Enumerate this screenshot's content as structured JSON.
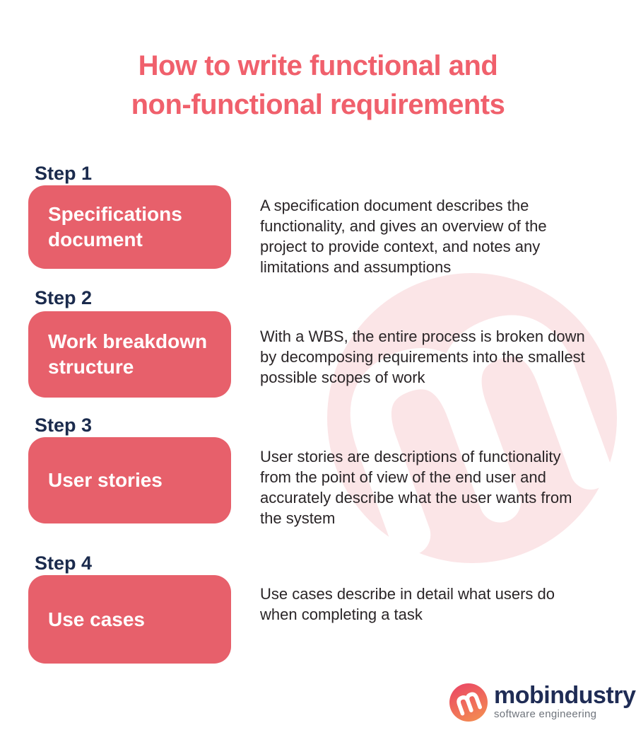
{
  "title": {
    "line1": "How to write functional and",
    "line2": "non-functional requirements"
  },
  "steps": [
    {
      "label": "Step 1",
      "box_label": "Specifications document",
      "description": "A specification document describes the functionality, and gives an overview of the project to provide context, and notes any limitations and assumptions"
    },
    {
      "label": "Step 2",
      "box_label": "Work breakdown structure",
      "description": "With a WBS, the entire process is broken down by decomposing requirements into the smallest possible scopes of work"
    },
    {
      "label": "Step 3",
      "box_label": "User stories",
      "description": "User stories are descriptions of functionality from the point of view of the end user and accurately describe what the user wants from the system"
    },
    {
      "label": "Step 4",
      "box_label": "Use cases",
      "description": "Use cases describe in detail what users do when completing a task"
    }
  ],
  "logo": {
    "brand": "mobindustry",
    "tagline": "software engineering"
  },
  "colors": {
    "title_red": "#f0606c",
    "box_red": "#e7606b",
    "step_navy": "#1b2b4d",
    "body_text": "#2a2527",
    "watermark_pink": "#fbe5e7",
    "logo_navy": "#1f2c55",
    "logo_gray": "#6f747c",
    "logo_gradient_start": "#eb4a64",
    "logo_gradient_end": "#f38a52"
  }
}
